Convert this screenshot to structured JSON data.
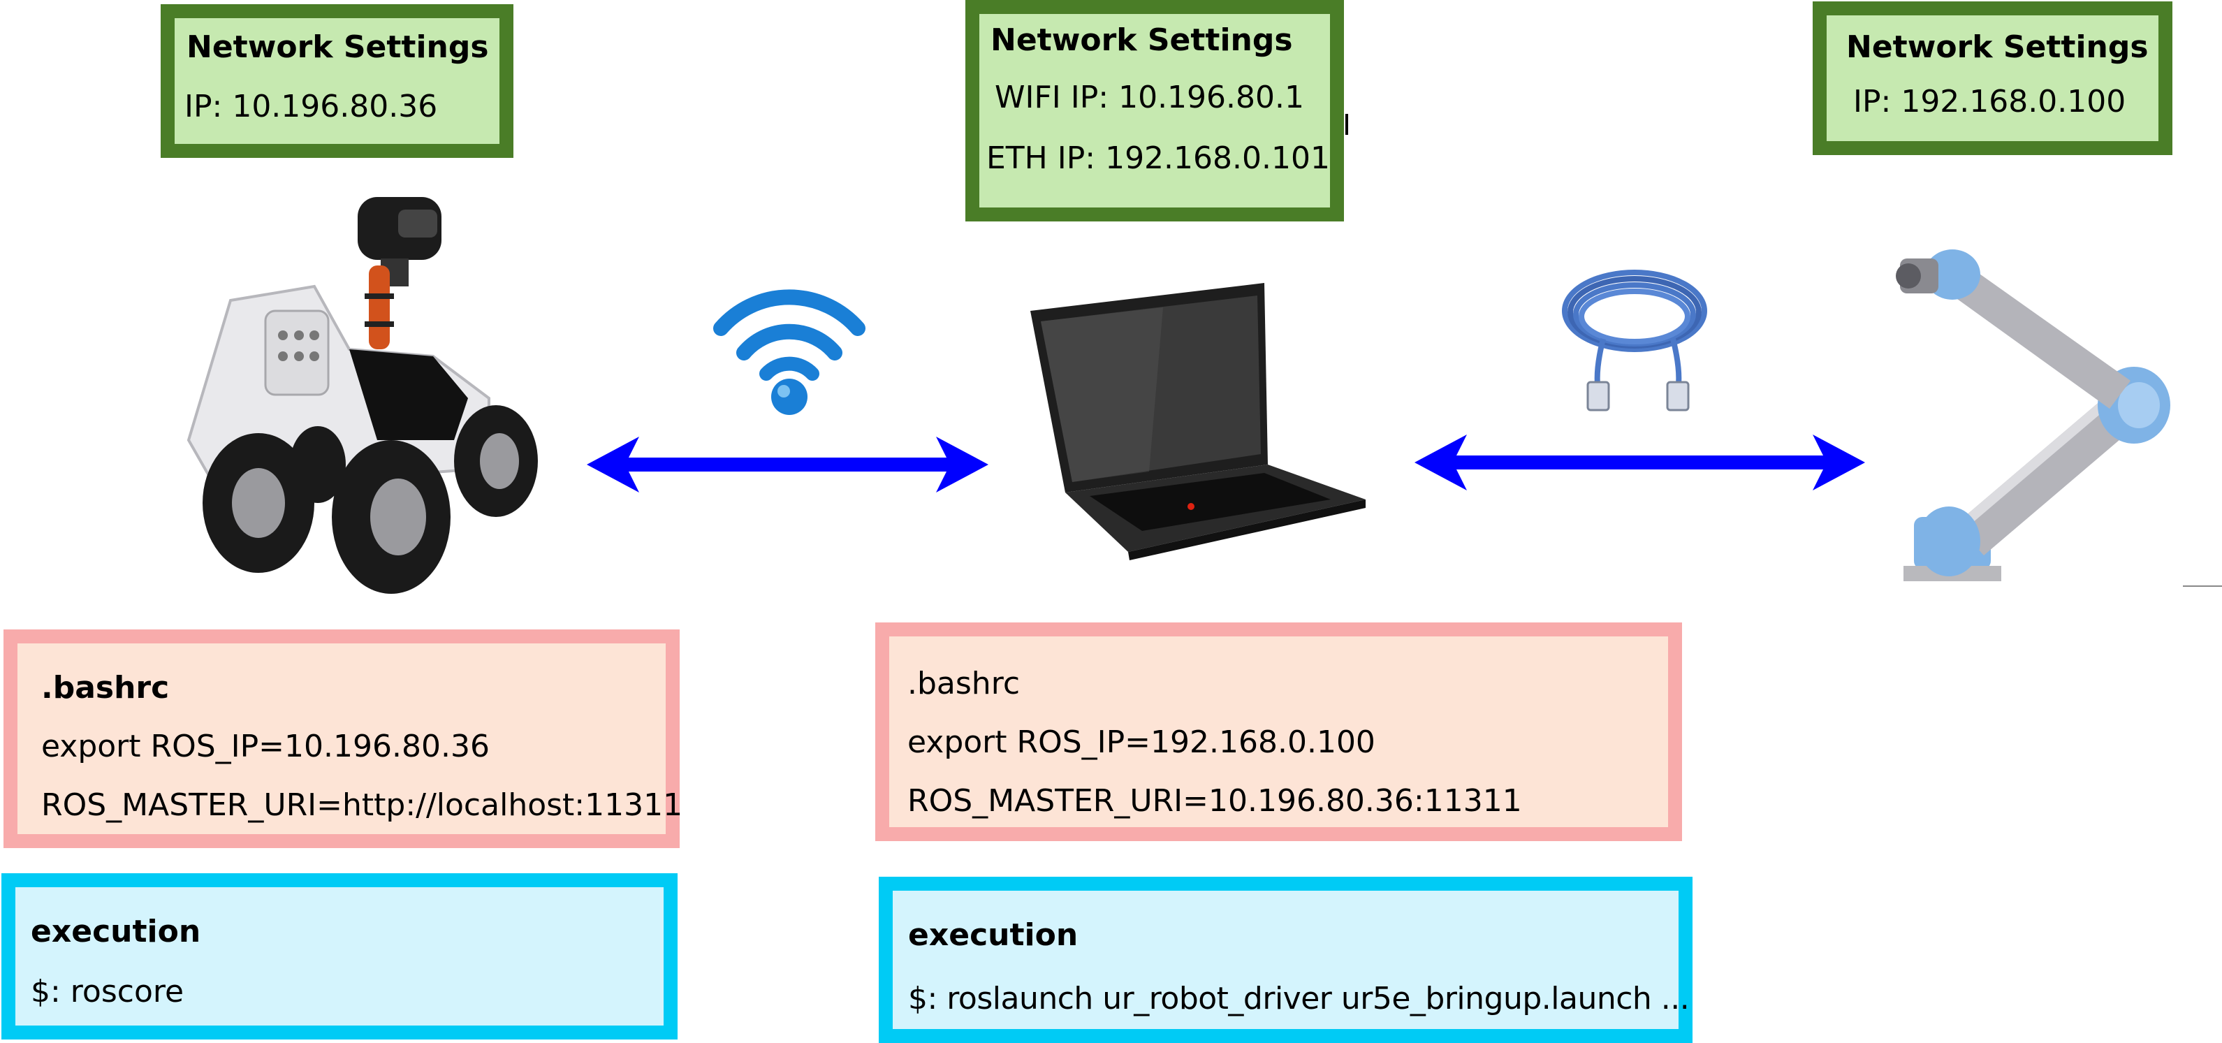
{
  "network": {
    "left": {
      "title": "Network Settings",
      "ip": "IP: 10.196.80.36"
    },
    "center": {
      "title": "Network Settings",
      "wifi_ip": "WIFI IP: 10.196.80.1",
      "eth_ip": "ETH IP: 192.168.0.101"
    },
    "right": {
      "title": "Network Settings",
      "ip": "IP: 192.168.0.100"
    }
  },
  "bashrc": {
    "left": {
      "title": ".bashrc",
      "ros_ip": "export ROS_IP=10.196.80.36",
      "master_uri": "ROS_MASTER_URI=http://localhost:11311"
    },
    "center": {
      "title": ".bashrc",
      "ros_ip": "export ROS_IP=192.168.0.100",
      "master_uri": "ROS_MASTER_URI=10.196.80.36:11311"
    }
  },
  "execution": {
    "left": {
      "title": "execution",
      "command": "$: roscore"
    },
    "center": {
      "title": "execution",
      "command": "$: roslaunch ur_robot_driver ur5e_bringup.launch ..."
    }
  },
  "colors": {
    "network_fill": "#c6e9b0",
    "network_border": "#4a7d27",
    "bashrc_fill": "#fde4d6",
    "bashrc_border": "#f8abab",
    "exec_fill": "#d4f4fd",
    "exec_border": "#00cbf5",
    "arrow": "#0000ff",
    "wifi": "#1a7fd6",
    "cable": "#4a78c8"
  },
  "icons": [
    "mobile-robot-icon",
    "wifi-icon",
    "laptop-icon",
    "ethernet-cable-icon",
    "robot-arm-icon"
  ]
}
